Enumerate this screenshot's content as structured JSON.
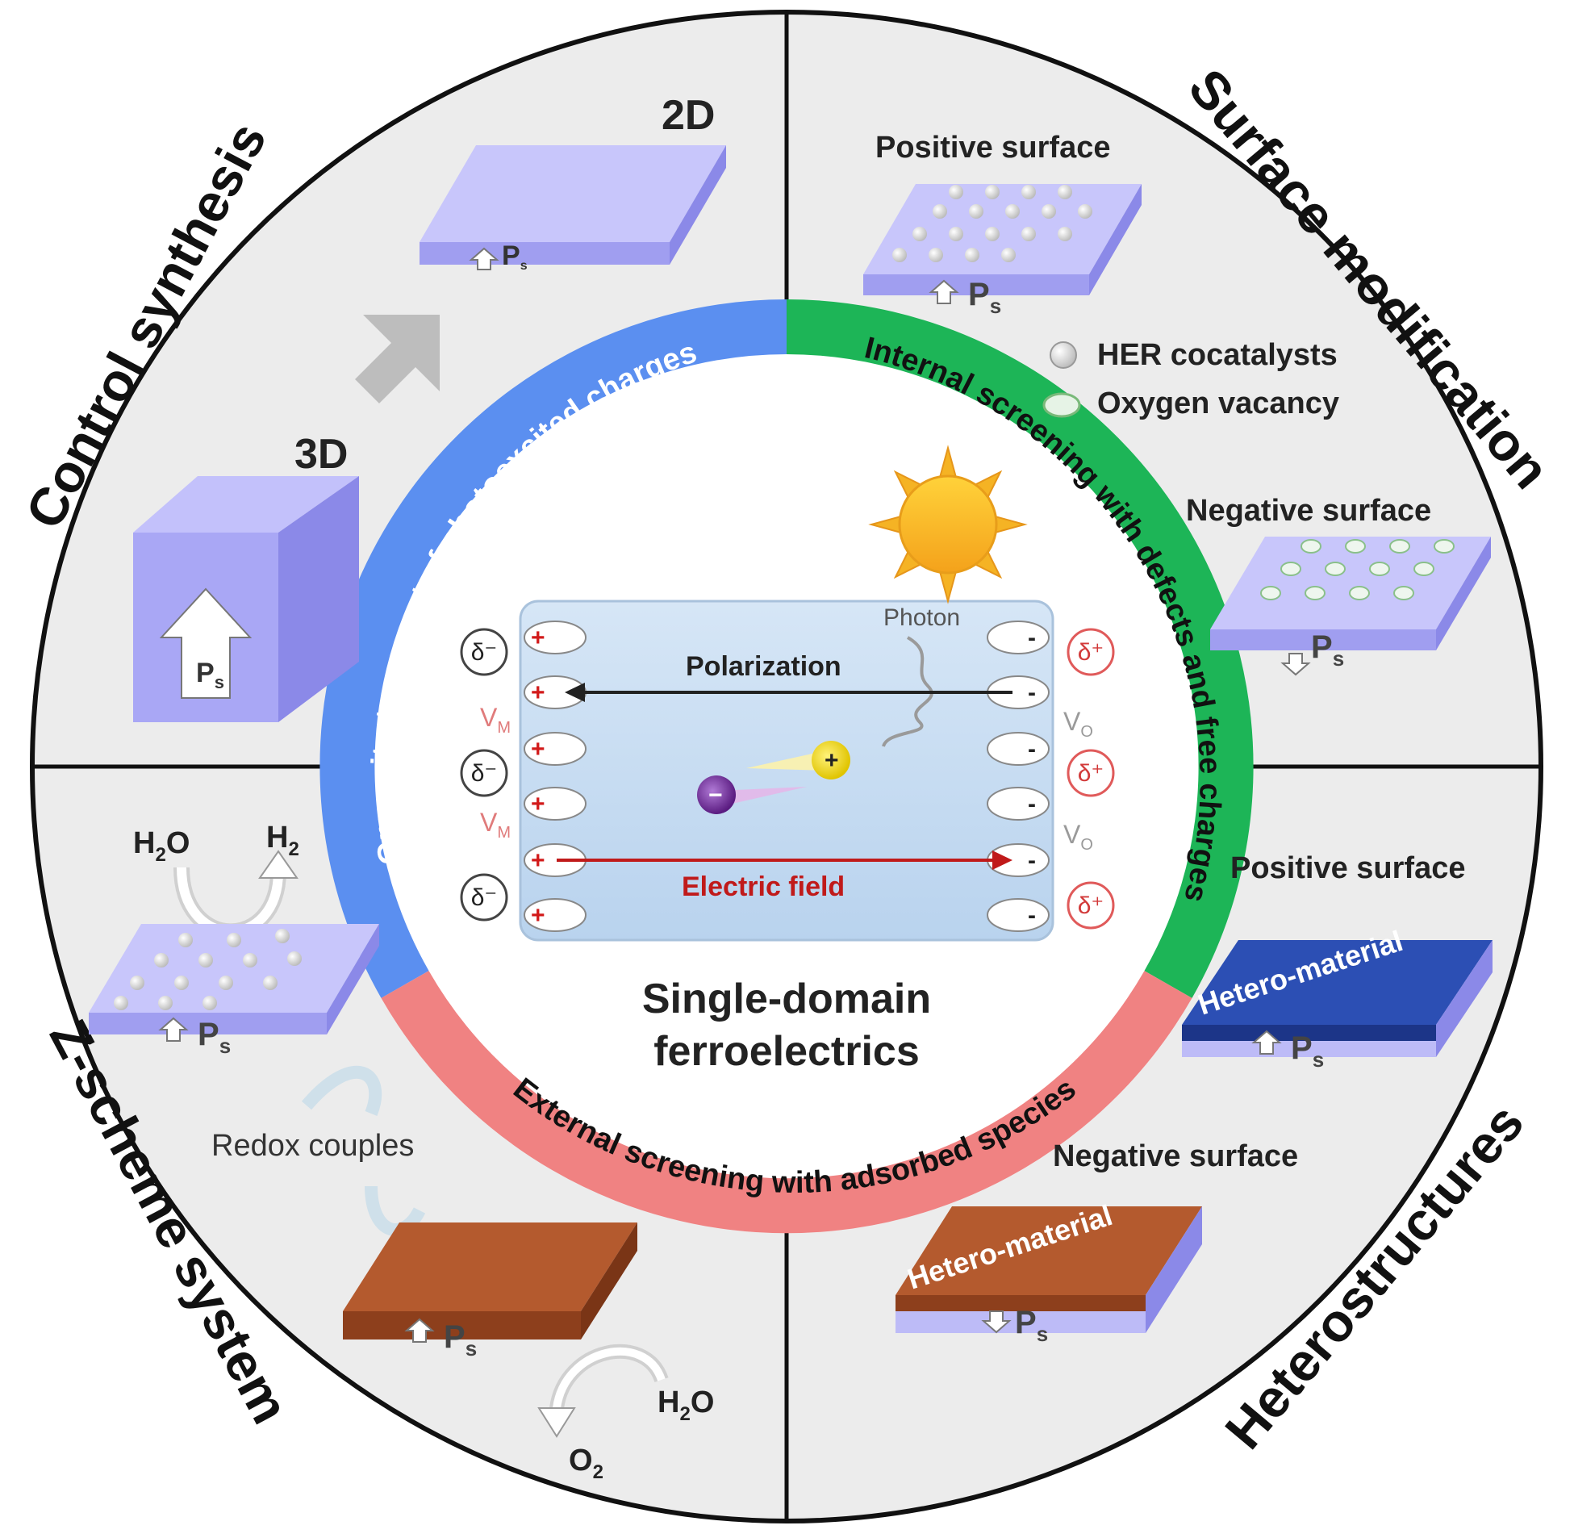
{
  "quadrants": {
    "top_left": "Control synthesis",
    "top_right": "Surface modification",
    "bottom_left": "Z-scheme system",
    "bottom_right": "Heterostructures"
  },
  "ring": {
    "blue": "Opposite transport of photoexcited charges",
    "green": "Internal screening with defects and free charges",
    "red": "External screening with adsorbed species",
    "colors": {
      "blue": "#5b8ff0",
      "green": "#1db557",
      "red": "#f08282"
    }
  },
  "center": {
    "title_line1": "Single-domain",
    "title_line2": "ferroelectrics",
    "photon": "Photon",
    "polarization": "Polarization",
    "electric_field": "Electric field",
    "plus": "+",
    "minus": "-",
    "delta_minus": "δ⁻",
    "delta_plus": "δ⁺",
    "vm": "V",
    "vm_sub": "M",
    "vo": "V",
    "vo_sub": "O",
    "hole_charge": "+",
    "electron_charge": "−"
  },
  "control_synthesis": {
    "label_3d": "3D",
    "label_2d": "2D",
    "ps": "P",
    "ps_sub": "s"
  },
  "surface_modification": {
    "positive_surface": "Positive surface",
    "negative_surface": "Negative  surface",
    "legend_her": "HER cocatalysts",
    "legend_ov": "Oxygen vacancy",
    "ps": "P",
    "ps_sub": "s"
  },
  "z_scheme": {
    "h2o_top": "H",
    "h2o_top_sub": "2",
    "h2o_top_tail": "O",
    "h2_top": "H",
    "h2_top_sub": "2",
    "redox": "Redox couples",
    "h2o_bottom": "H",
    "h2o_bottom_sub": "2",
    "h2o_bottom_tail": "O",
    "o2": "O",
    "o2_sub": "2",
    "ps": "P",
    "ps_sub": "s"
  },
  "heterostructures": {
    "positive_surface": "Positive surface",
    "negative_surface": "Negative surface",
    "hetero_1": "Hetero-material",
    "hetero_2": "Hetero-material",
    "ps": "P",
    "ps_sub": "s"
  }
}
